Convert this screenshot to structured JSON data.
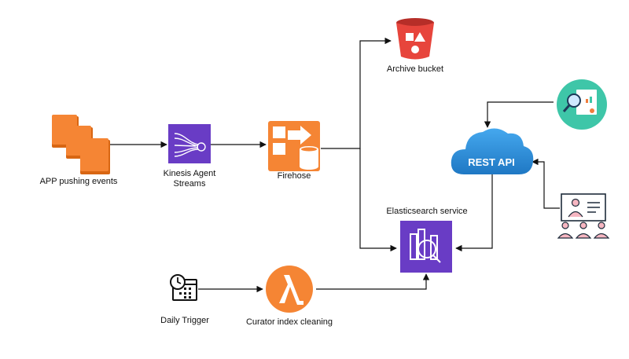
{
  "nodes": {
    "app": {
      "label": "APP pushing events",
      "icon": "ec2-instances-icon"
    },
    "kinesis": {
      "label_line1": "Kinesis Agent",
      "label_line2": "Streams",
      "icon": "kinesis-streams-icon"
    },
    "firehose": {
      "label": "Firehose",
      "icon": "kinesis-firehose-icon"
    },
    "archive": {
      "label": "Archive bucket",
      "icon": "s3-bucket-icon"
    },
    "elasticsearch": {
      "label": "Elasticsearch service",
      "icon": "elasticsearch-icon"
    },
    "rest_api": {
      "label": "REST API",
      "icon": "cloud-icon"
    },
    "analytics": {
      "icon": "report-magnifier-icon"
    },
    "users": {
      "icon": "user-profile-group-icon"
    },
    "daily_trigger": {
      "label": "Daily Trigger",
      "icon": "clock-calendar-icon"
    },
    "curator": {
      "label": "Curator index cleaning",
      "icon": "lambda-icon"
    }
  },
  "colors": {
    "aws_orange": "#f58534",
    "aws_orange_dark": "#d86613",
    "aws_purple": "#693cc5",
    "s3_red": "#e7453c",
    "lambda_orange": "#f58534",
    "cloud_blue": "#2e8fd6",
    "teal": "#3ec6a8",
    "pink": "#f6b6c1",
    "line": "#111111"
  }
}
